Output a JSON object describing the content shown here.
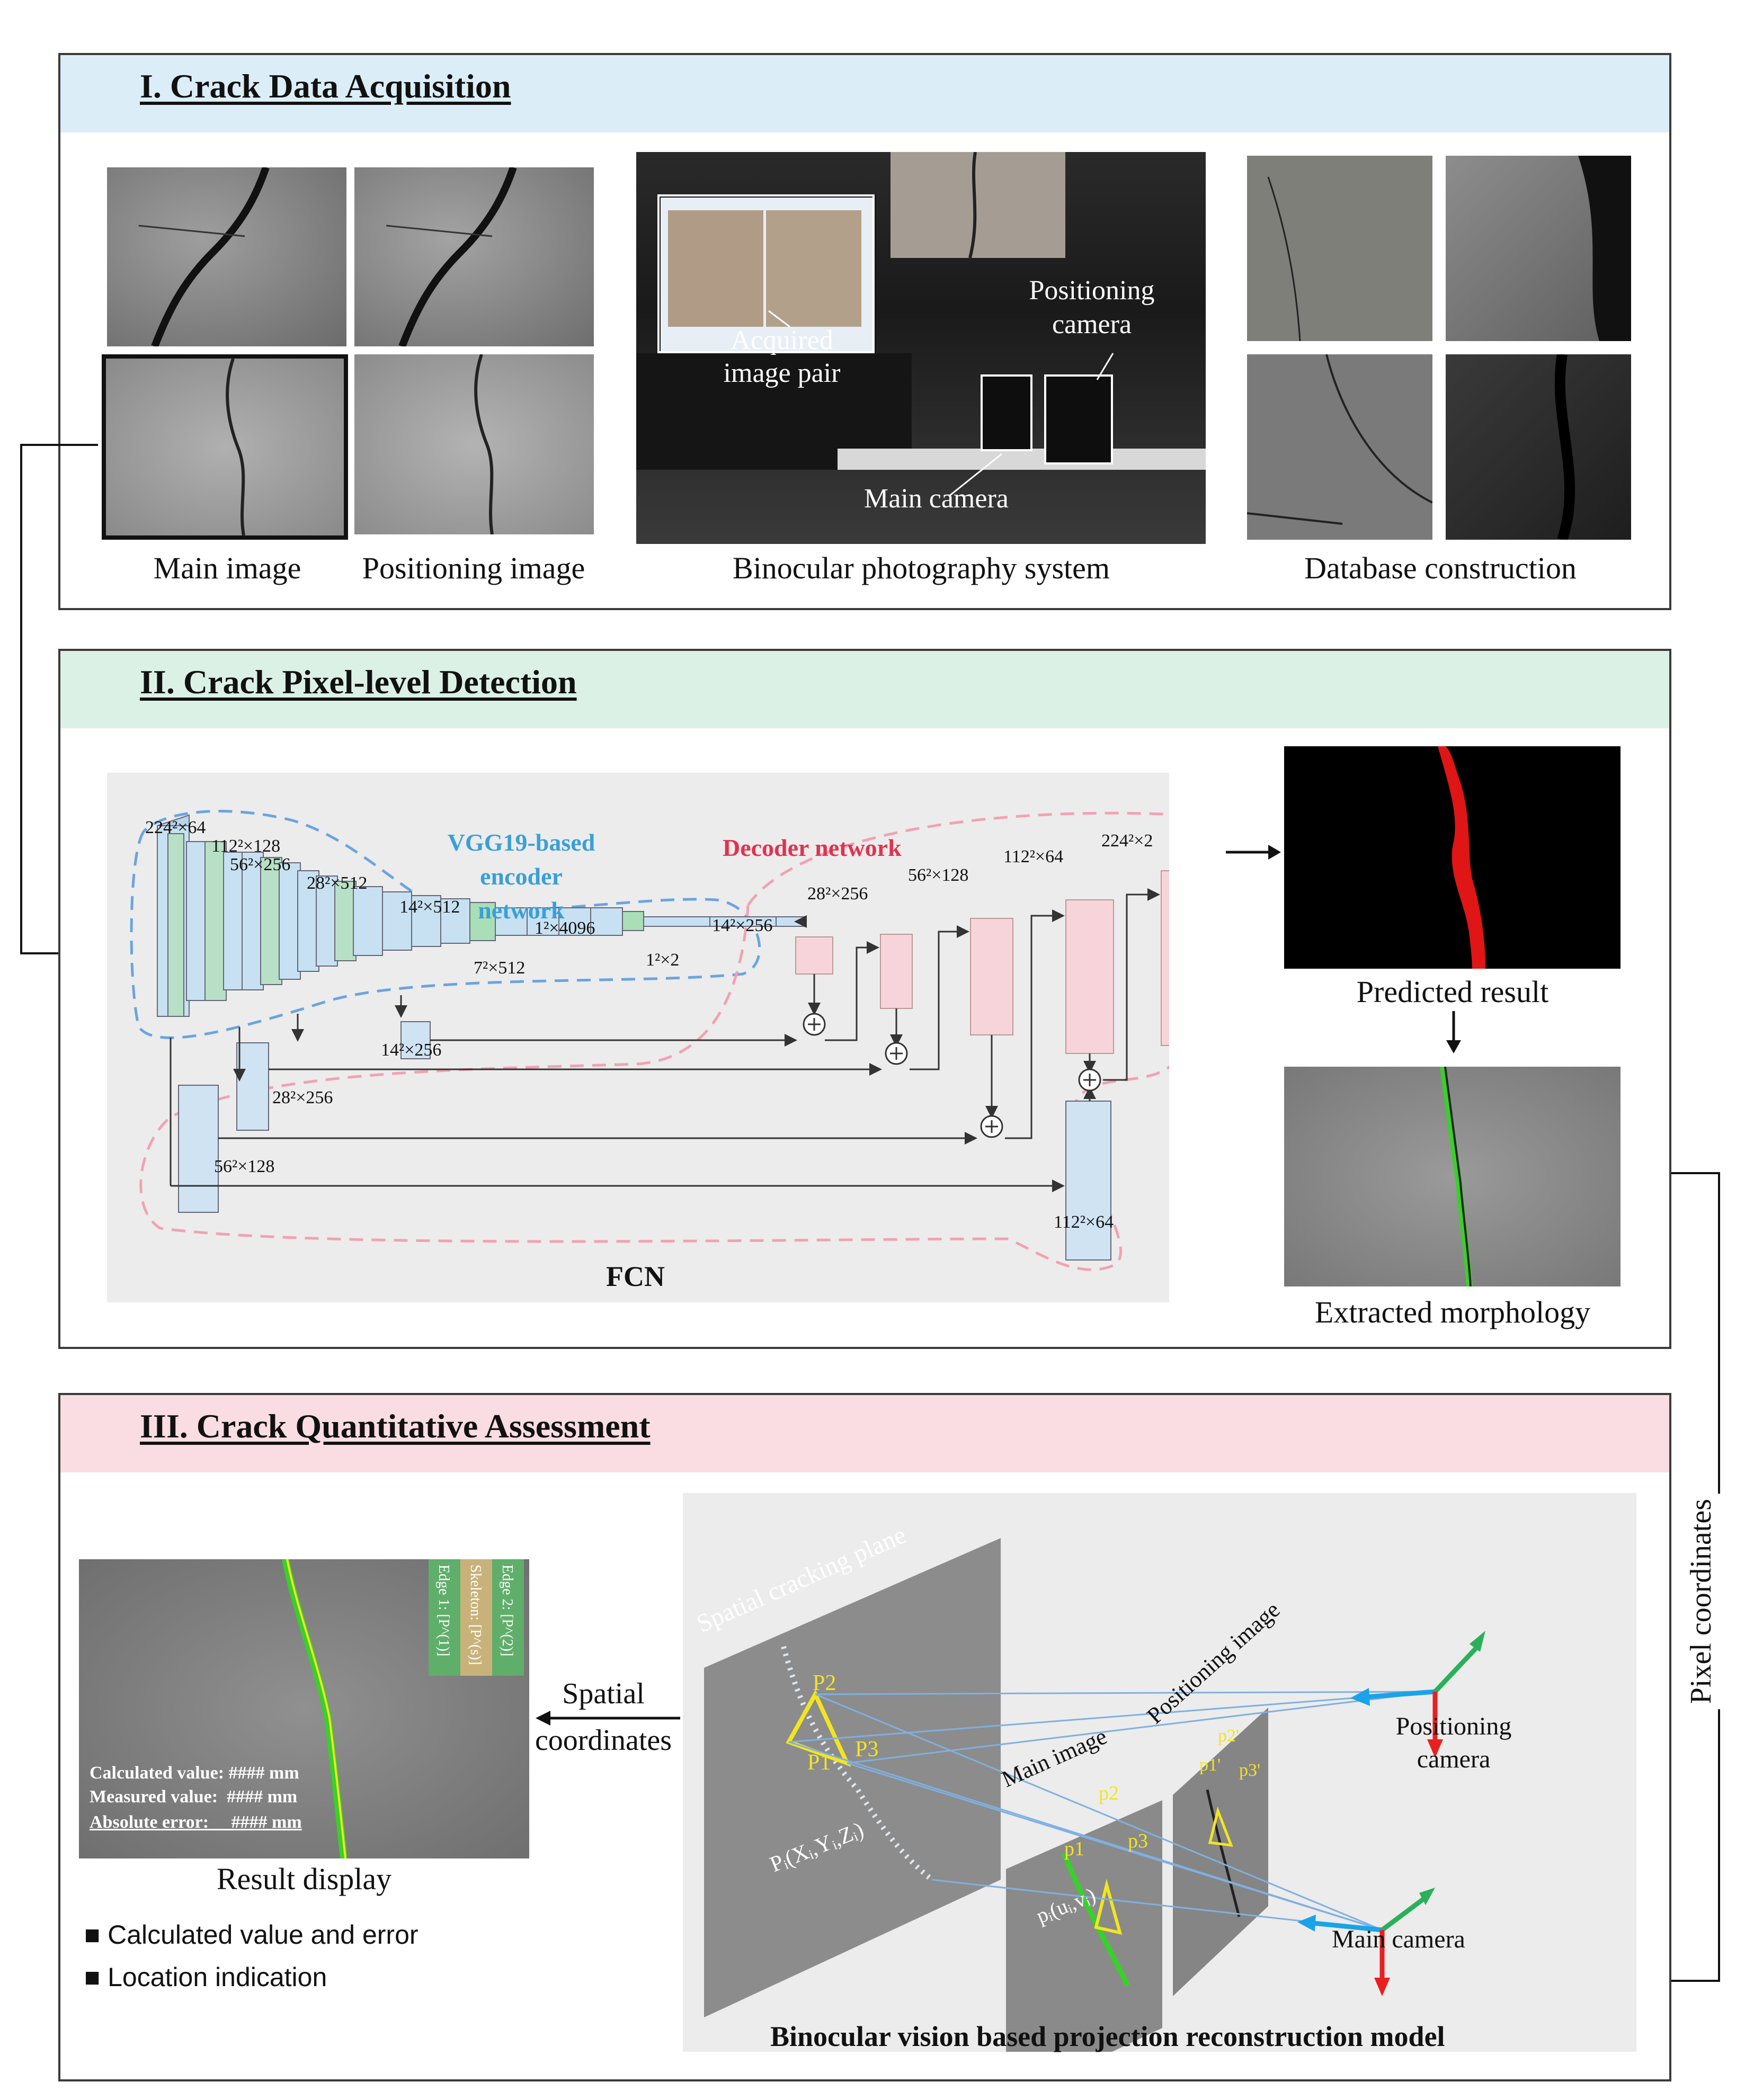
{
  "panel1": {
    "title": "I. Crack Data Acquisition",
    "captions": {
      "main_image": "Main image",
      "positioning_image": "Positioning image",
      "binocular_system": "Binocular photography system",
      "database": "Database construction"
    },
    "photo_labels": {
      "acquired": "Acquired image pair",
      "positioning_camera": "Positioning camera",
      "main_camera": "Main camera"
    }
  },
  "panel2": {
    "title": "II. Crack Pixel-level Detection",
    "encoder_label": "VGG19-based encoder network",
    "decoder_label": "Decoder network",
    "fcn_label": "FCN",
    "dims": {
      "d224_64": "224²×64",
      "d112_128": "112²×128",
      "d56_256": "56²×256",
      "d28_512": "28²×512",
      "d14_512": "14²×512",
      "d1_4096": "1²×4096",
      "d7_512": "7²×512",
      "d1_2": "1²×2",
      "dec14_256": "14²×256",
      "dec28_256": "28²×256",
      "dec56_128": "56²×128",
      "dec112_64": "112²×64",
      "dec224_2": "224²×2",
      "skip14_256": "14²×256",
      "skip28_256": "28²×256",
      "skip56_128": "56²×128",
      "skip112_64": "112²×64"
    },
    "predicted": "Predicted result",
    "extracted": "Extracted morphology"
  },
  "panel3": {
    "title": "III. Crack Quantitative Assessment",
    "spatial_coordinates": "Spatial coordinates",
    "pixel_coordinates": "Pixel coordinates",
    "result_display": "Result display",
    "bullets": [
      "Calculated value and error",
      "Location indication"
    ],
    "result_text": {
      "calc": "Calculated value: #### mm",
      "meas": "Measured value:  #### mm",
      "err": "Absolute error:     #### mm"
    },
    "legend": [
      "Edge 1: [P^(1)]",
      "Skeleton: [P^(s)]",
      "Edge 2: [P^(2)]"
    ],
    "model_title": "Binocular vision based projection reconstruction model",
    "plane_labels": {
      "spatial": "Spatial cracking plane",
      "main": "Main image",
      "positioning": "Positioning image",
      "pos_camera": "Positioning camera",
      "main_camera": "Main camera",
      "Pi": "Pᵢ(Xᵢ,Yᵢ,Zᵢ)",
      "pi": "pᵢ(uᵢ,vᵢ)",
      "P1": "P1",
      "P2": "P2",
      "P3": "P3",
      "p1": "p1",
      "p2": "p2",
      "p3": "p3",
      "p1p": "p1'",
      "p2p": "p2'",
      "p3p": "p3'"
    }
  },
  "colors": {
    "band1": "#dbeef8",
    "band2": "#dcf1e6",
    "band3": "#f9dde2",
    "encoder_blue": "#3a9fd8",
    "decoder_red": "#e0334f",
    "crack_green": "#39d02a",
    "crack_yellow": "#f2e520"
  }
}
